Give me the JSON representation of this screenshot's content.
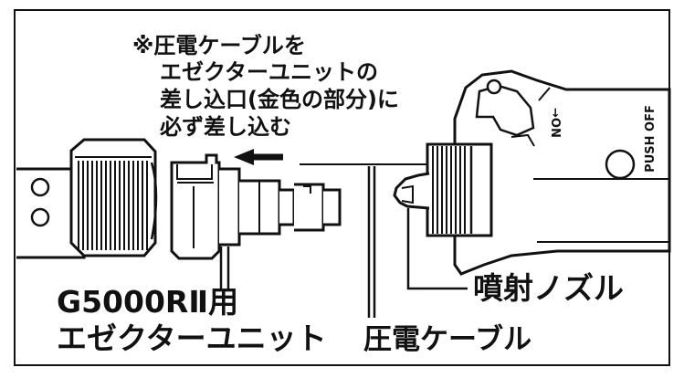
{
  "instruction_note": {
    "lines": [
      "※圧電ケーブルを",
      "エゼクターユニットの",
      "差し込口(金色の部分)に",
      "必ず差し込む"
    ]
  },
  "labels": {
    "nozzle": "噴射ノズル",
    "unit_line1": "G5000RⅡ用",
    "unit_line2": "エゼクターユニット",
    "cable": "圧電ケーブル"
  },
  "device_markings": {
    "on": "→ON",
    "push_off": "PUSH OFF"
  },
  "colors": {
    "line": "#111111",
    "background": "#ffffff"
  }
}
